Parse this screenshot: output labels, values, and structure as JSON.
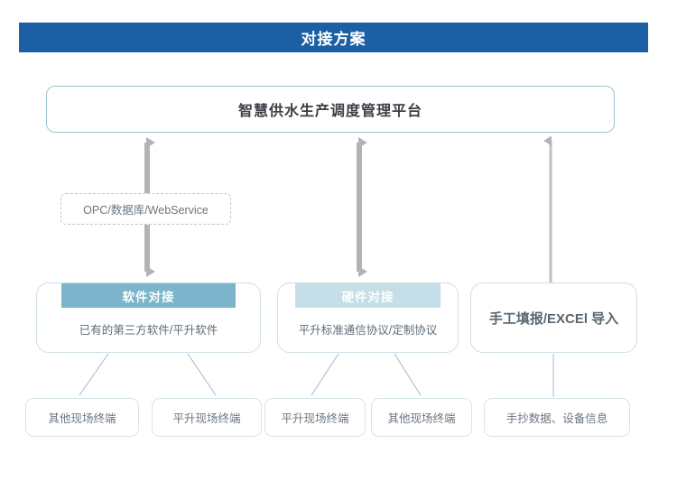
{
  "header": {
    "title": "对接方案",
    "bar_color": "#1b5fa5"
  },
  "platform": {
    "label": "智慧供水生产调度管理平台"
  },
  "protocol": {
    "label": "OPC/数据库/WebService"
  },
  "tiers": {
    "middle": [
      {
        "id": "software",
        "header": "软件对接",
        "header_color": "#7cb4cb",
        "body": "已有的第三方软件/平升软件"
      },
      {
        "id": "hardware",
        "header": "硬件对接",
        "header_color": "#c6dee8",
        "body": "平升标准通信协议/定制协议"
      },
      {
        "id": "manual",
        "label": "手工填报/EXCEl 导入"
      }
    ],
    "leaves": [
      {
        "label": "其他现场终端"
      },
      {
        "label": "平升现场终端"
      },
      {
        "label": "平升现场终端"
      },
      {
        "label": "其他现场终端"
      },
      {
        "label": "手抄数据、设备信息"
      }
    ]
  },
  "connector_color": "#b3b3b3",
  "leaf_line_color": "#b9c6cc"
}
